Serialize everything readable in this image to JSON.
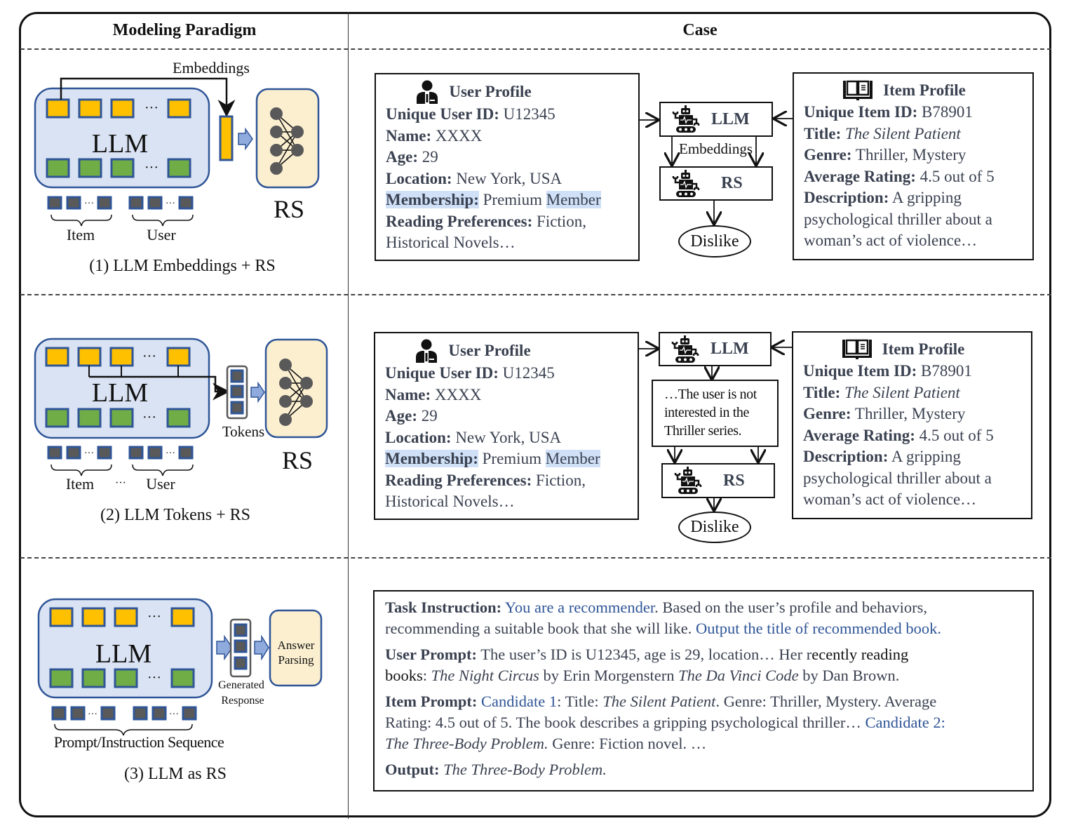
{
  "headers": {
    "paradigm": "Modeling Paradigm",
    "case": "Case"
  },
  "colors": {
    "token_top": "#FFC000",
    "token_bottom": "#70AD47",
    "token_border": "#2F5597",
    "llm_box": "#DAE3F3",
    "rs_box": "#FBEFD0",
    "input_token": "#595959",
    "highlight": "#CFE0F7",
    "accent_blue": "#2F5597"
  },
  "paradigms": [
    {
      "caption": "(1) LLM Embeddings + RS",
      "llm_label": "LLM",
      "rs_label": "RS",
      "connector_label": "Embeddings",
      "input_groups": [
        "Item",
        "User"
      ],
      "icons": [
        "neural-network-icon",
        "arrow-right-icon"
      ]
    },
    {
      "caption": "(2) LLM Tokens + RS",
      "llm_label": "LLM",
      "rs_label": "RS",
      "connector_label": "Tokens",
      "input_groups": [
        "Item",
        "User"
      ],
      "ellipsis": "···"
    },
    {
      "caption": "(3) LLM as RS",
      "llm_label": "LLM",
      "generated_label_1": "Generated",
      "generated_label_2": "Response",
      "parser_label_1": "Answer",
      "parser_label_2": "Parsing",
      "input_group": "Prompt/Instruction Sequence"
    }
  ],
  "user_profile": {
    "title": "User Profile",
    "icon": "user-icon",
    "fields": [
      {
        "key": "Unique User ID:",
        "value": " U12345"
      },
      {
        "key": "Name:",
        "value": " XXXX"
      },
      {
        "key": "Age:",
        "value": " 29"
      },
      {
        "key": "Location:",
        "value": " New York, USA"
      },
      {
        "key": "Membership:",
        "value": " Premium ",
        "value_hl": "Member"
      },
      {
        "key": "Reading Preferences:",
        "value": " Fiction,"
      }
    ],
    "continuation": "Historical Novels…"
  },
  "item_profile": {
    "title": "Item Profile",
    "icon": "book-icon",
    "fields": [
      {
        "key": "Unique Item ID:",
        "value": " B78901"
      },
      {
        "key": "Title:",
        "value": " The Silent Patient",
        "italic": true
      },
      {
        "key": "Genre:",
        "value": " Thriller, Mystery"
      },
      {
        "key": "Average Rating:",
        "value": " 4.5 out of 5"
      },
      {
        "key": "Description:",
        "value": " A gripping"
      }
    ],
    "continuation": [
      "psychological thriller about a",
      "woman’s act of violence…"
    ]
  },
  "case1": {
    "llm_node": "LLM",
    "edge_label": "Embeddings",
    "rs_node": "RS",
    "result": "Dislike"
  },
  "case2": {
    "llm_node": "LLM",
    "message": [
      "…The user is not",
      "interested in the",
      "Thriller series."
    ],
    "rs_node": "RS",
    "result": "Dislike"
  },
  "case3": {
    "task": {
      "key": "Task Instruction:",
      "p1": "You are a recommender",
      "p2": ". Based on the user’s profile and behaviors,",
      "p3": "recommending a suitable book that she will like. ",
      "p4": "Output the title of recommended book."
    },
    "user": {
      "key": "User Prompt:",
      "p1": " The user’s ID is U12345, age is 29, location… Her r",
      "p2": "ecently reading",
      "p3": "books",
      "p4": ": ",
      "book1": "The Night Circus",
      "p5": " by Erin Morgenstern ",
      "book2": "The Da Vinci Code",
      "p6": " by Dan Brown."
    },
    "item": {
      "key": "Item Prompt:",
      "c1": "Candidate 1",
      "p1": ": Title: ",
      "t1": "The Silent Patient",
      "p2": ". Genre: Thriller, Mystery. Average",
      "p3": "Rating: 4.5 out of 5. The book describes a gripping psychological thriller… ",
      "c2": "Candidate 2:",
      "t2": "The Three-Body Problem.",
      "p4": " Genre: Fiction novel. …"
    },
    "output": {
      "key": "Output:",
      "value": " The Three-Body Problem."
    }
  }
}
